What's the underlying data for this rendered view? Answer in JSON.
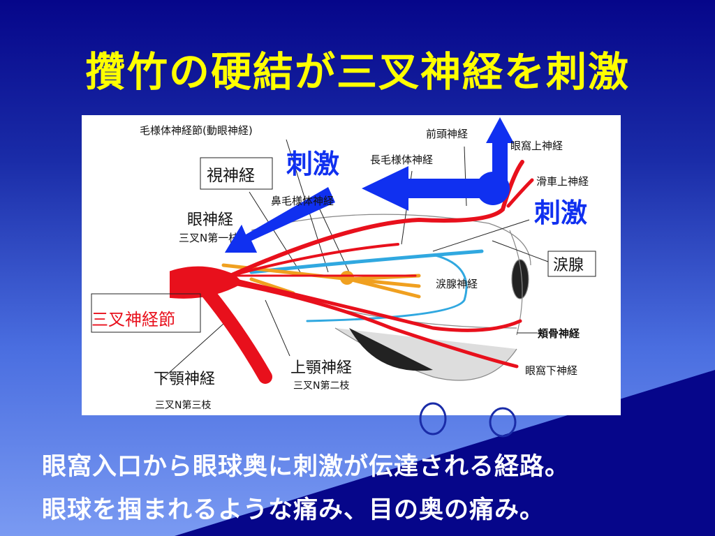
{
  "title": "攢竹の硬結が三叉神経を刺激",
  "diagram": {
    "labels": {
      "ciliary_ganglion": "毛様体神経節(動眼神経)",
      "optic_nerve": "視神経",
      "stimulus_1": "刺激",
      "stimulus_2": "刺激",
      "nasociliary": "鼻毛様体神経",
      "ophthalmic": "眼神経",
      "ophthalmic_sub": "三叉N第一枝",
      "frontal": "前頭神経",
      "long_ciliary": "長毛様体神経",
      "supraorbital": "眼窩上神経",
      "supratrochlear": "滑車上神経",
      "lacrimal_gland": "涙腺",
      "lacrimal_nerve": "涙腺神経",
      "trigeminal_ganglion": "三叉神経節",
      "zygomatic": "頬骨神経",
      "maxillary": "上顎神経",
      "maxillary_sub": "三叉N第二枝",
      "mandibular": "下顎神経",
      "mandibular_sub": "三叉N第三枝",
      "infraorbital": "眼窩下神経"
    },
    "colors": {
      "nerve": "#e8101c",
      "arrow": "#1030f0",
      "optic": "#30a8e0",
      "ciliary": "#f0a020"
    }
  },
  "captions": [
    "眼窩入口から眼球奥に刺激が伝達される経路。",
    "眼球を掴まれるような痛み、目の奥の痛み。"
  ]
}
